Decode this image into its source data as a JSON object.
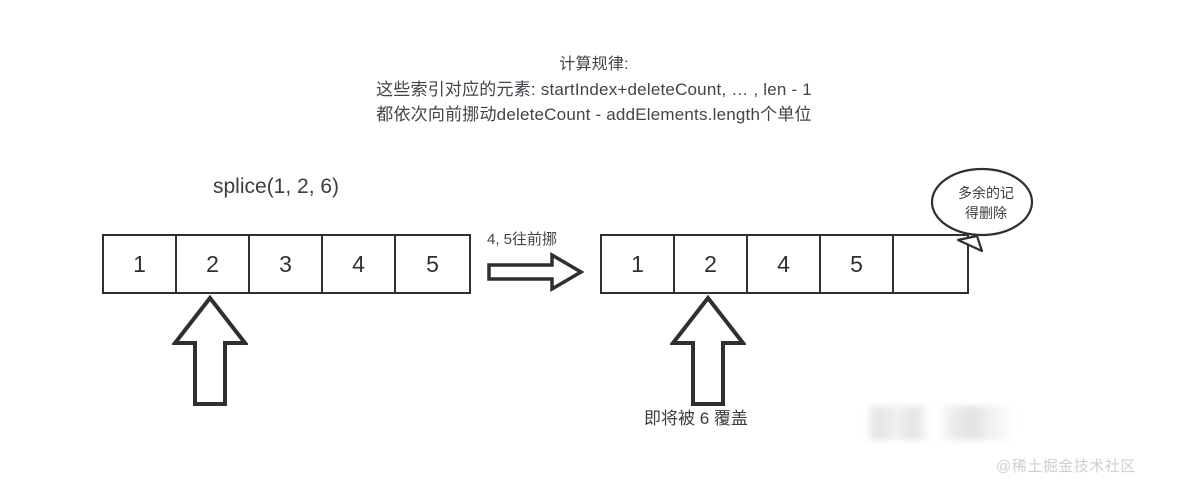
{
  "notes": {
    "title": "计算规律:",
    "line2": "这些索引对应的元素: startIndex+deleteCount, … , len - 1",
    "line3": "都依次向前挪动deleteCount - addElements.length个单位"
  },
  "splice_label": "splice(1, 2, 6)",
  "arrays": {
    "before": {
      "cells": [
        "1",
        "2",
        "3",
        "4",
        "5"
      ],
      "highlight_index": 1
    },
    "after": {
      "cells": [
        "1",
        "2",
        "4",
        "5",
        ""
      ],
      "highlight_index": 1
    }
  },
  "transition": {
    "label": "4, 5往前挪",
    "icon": "right-arrow-icon"
  },
  "pointers": {
    "left_icon": "up-arrow-icon",
    "right_icon": "up-arrow-icon"
  },
  "captions": {
    "overwrite": "即将被 6 覆盖"
  },
  "bubble": {
    "line1": "多余的记",
    "line2": "得删除"
  },
  "watermark": "@稀土掘金技术社区",
  "colors": {
    "stroke": "#2f2f2f",
    "text": "#3c3c42",
    "background": "#ffffff",
    "watermark": "#cfcfcf"
  }
}
